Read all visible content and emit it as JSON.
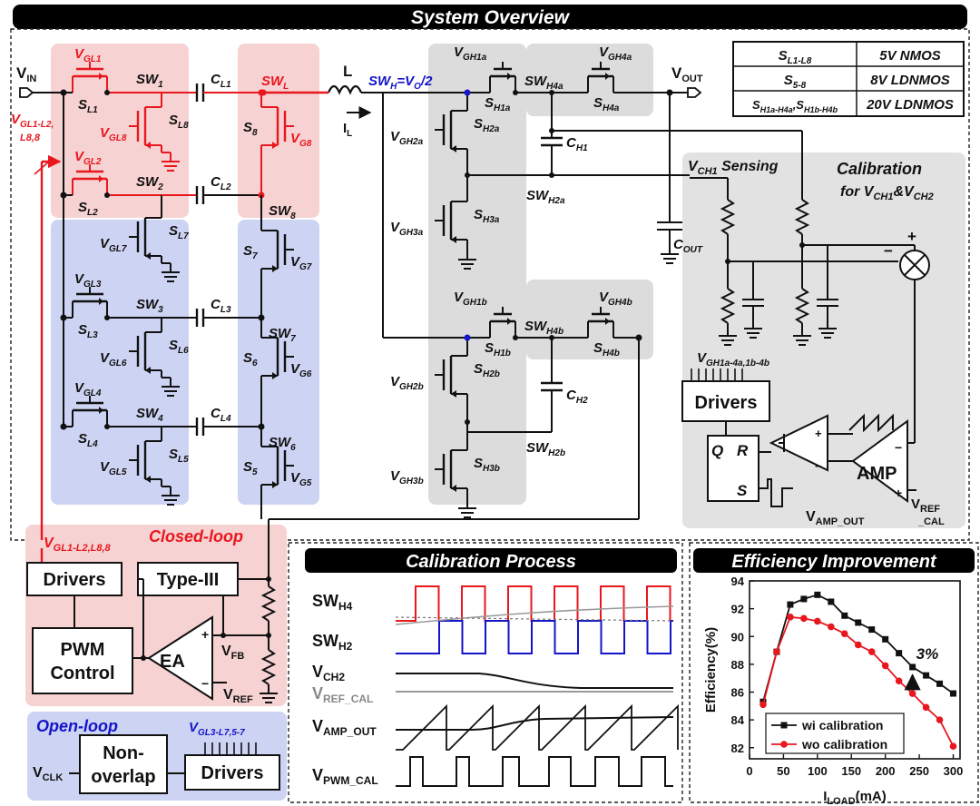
{
  "banner": {
    "system_overview": "System Overview",
    "calibration_process": "Calibration Process",
    "efficiency_improvement": "Efficiency Improvement"
  },
  "device_table": [
    {
      "switch": "S",
      "sub": "L1-L8",
      "type": "5V NMOS"
    },
    {
      "switch": "S",
      "sub": "5-8",
      "type": "8V LDNMOS"
    },
    {
      "switch": "S",
      "sub": "H1a-H4a",
      "switch2": ",S",
      "sub2": "H1b-H4b",
      "type": "20V LDNMOS"
    }
  ],
  "labels": {
    "vin": "V",
    "vin_sub": "IN",
    "vout": "V",
    "vout_sub": "OUT",
    "inductor": "L",
    "il": "I",
    "il_sub": "L",
    "swh": "SW",
    "swh_sub": "H",
    "swh_eq": "=V",
    "swh_eq_sub": "O",
    "swh_div": "/2",
    "swl": "SW",
    "swl_sub": "L",
    "vch1_sensing": "V",
    "vch1_sensing_sub": "CH1",
    "vch1_sensing_tail": " Sensing",
    "calib_for1": "Calibration",
    "calib_for2": "for V",
    "calib_for2_sub1": "CH1",
    "calib_for2_amp": "&V",
    "calib_for2_sub2": "CH2",
    "drivers": "Drivers",
    "amp": "AMP",
    "q": "Q",
    "r": "R",
    "s": "S",
    "vamp_out": "V",
    "vamp_out_sub": "AMP_OUT",
    "vref_cal": "V",
    "vref_cal_sub": "REF",
    "vref_cal_sub2": "_CAL",
    "vgh_bus": "V",
    "vgh_bus_sub": "GH1a-4a,1b-4b",
    "closed_loop": "Closed-loop",
    "open_loop": "Open-loop",
    "vgl_bus": "V",
    "vgl_bus_sub": "GL1-L2,L8,8",
    "vgl_bus_left": "V",
    "vgl_bus_left_sub": "GL1-L2,",
    "vgl_bus_left_sub2": "L8,8",
    "vgl_open": "V",
    "vgl_open_sub": "GL3-L7,5-7",
    "type3": "Type-III",
    "pwm1": "PWM",
    "pwm2": "Control",
    "ea": "EA",
    "vfb": "V",
    "vfb_sub": "FB",
    "vref": "V",
    "vref_sub": "REF",
    "vclk": "V",
    "vclk_sub": "CLK",
    "nonoverlap1": "Non-",
    "nonoverlap2": "overlap",
    "plus": "+",
    "minus": "−",
    "cout": "C",
    "cout_sub": "OUT"
  },
  "left_nodes": [
    {
      "v": "GL1",
      "s": "L1",
      "sw": "1",
      "c": "L1"
    },
    {
      "v": "GL2",
      "s": "L2",
      "sw": "2",
      "c": "L2"
    },
    {
      "v": "GL3",
      "s": "L3",
      "sw": "3",
      "c": "L3"
    },
    {
      "v": "GL4",
      "s": "L4",
      "sw": "4",
      "c": "L4"
    }
  ],
  "low_side": [
    {
      "v": "GL8",
      "s": "L8"
    },
    {
      "v": "GL7",
      "s": "L7"
    },
    {
      "v": "GL6",
      "s": "L6"
    },
    {
      "v": "GL5",
      "s": "L5"
    }
  ],
  "stack": [
    {
      "s": "8",
      "v": "G8",
      "node": "SW",
      "node_sub": "8"
    },
    {
      "s": "7",
      "v": "G7",
      "node": "SW",
      "node_sub": "7"
    },
    {
      "s": "6",
      "v": "G6",
      "node": "SW",
      "node_sub": "6"
    },
    {
      "s": "5",
      "v": "G5"
    }
  ],
  "high_side": {
    "a": [
      {
        "v": "GH1a",
        "s": "H1a"
      },
      {
        "v": "GH4a",
        "s": "H4a"
      },
      {
        "v": "GH2a",
        "s": "H2a"
      },
      {
        "v": "GH3a",
        "s": "H3a"
      }
    ],
    "b": [
      {
        "v": "GH1b",
        "s": "H1b"
      },
      {
        "v": "GH4b",
        "s": "H4b"
      },
      {
        "v": "GH2b",
        "s": "H2b"
      },
      {
        "v": "GH3b",
        "s": "H3b"
      }
    ],
    "sw_h4a": "SW",
    "sw_h4a_sub": "H4a",
    "sw_h2a": "SW",
    "sw_h2a_sub": "H2a",
    "sw_h4b": "SW",
    "sw_h4b_sub": "H4b",
    "sw_h2b": "SW",
    "sw_h2b_sub": "H2b",
    "ch1": "C",
    "ch1_sub": "H1",
    "ch2": "C",
    "ch2_sub": "H2"
  },
  "waveforms": [
    {
      "name": "SW",
      "sub": "H4"
    },
    {
      "name": "SW",
      "sub": "H2"
    },
    {
      "name": "V",
      "sub": "CH2"
    },
    {
      "name": "V",
      "sub": "REF_CAL"
    },
    {
      "name": "V",
      "sub": "AMP_OUT"
    },
    {
      "name": "V",
      "sub": "PWM_CAL"
    }
  ],
  "chart_data": {
    "type": "line",
    "xlabel": "I",
    "xlabel_sub": "LOAD",
    "xlabel_unit": "(mA)",
    "ylabel": "Efficiency(%)",
    "xlim": [
      0,
      310
    ],
    "ylim": [
      81.2,
      94
    ],
    "xticks": [
      0,
      50,
      100,
      150,
      200,
      250,
      300
    ],
    "yticks": [
      82,
      84,
      86,
      88,
      90,
      92,
      94
    ],
    "legend_position": "bottom-left",
    "annotation": "3%",
    "series": [
      {
        "name": "wi calibration",
        "color": "#111111",
        "marker": "square",
        "x": [
          20,
          40,
          60,
          80,
          100,
          120,
          140,
          160,
          180,
          200,
          220,
          240,
          260,
          280,
          300
        ],
        "y": [
          85.3,
          88.9,
          92.3,
          92.7,
          93.0,
          92.5,
          91.5,
          91.0,
          90.5,
          89.8,
          88.8,
          87.8,
          87.2,
          86.6,
          85.9
        ]
      },
      {
        "name": "wo calibration",
        "color": "#e8171e",
        "marker": "circle",
        "x": [
          20,
          40,
          60,
          80,
          100,
          120,
          140,
          160,
          180,
          200,
          220,
          240,
          260,
          280,
          300
        ],
        "y": [
          85.1,
          88.9,
          91.4,
          91.3,
          91.1,
          90.7,
          90.2,
          89.4,
          88.9,
          87.9,
          86.8,
          85.9,
          84.9,
          84.0,
          82.1
        ]
      }
    ]
  }
}
